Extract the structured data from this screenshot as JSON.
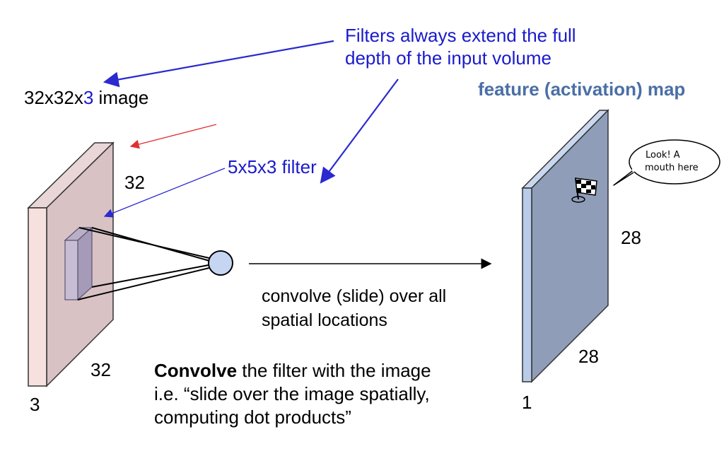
{
  "annotations": {
    "filters_note_line1": "Filters always extend the full",
    "filters_note_line2": "depth of the input volume",
    "feature_map_title": "feature (activation) map",
    "filter_label": "5x5x3 filter",
    "convolve_note_line1": "convolve (slide) over all",
    "convolve_note_line2": "spatial locations"
  },
  "input_volume": {
    "label_prefix": "32x32x",
    "label_depth": "3",
    "label_suffix": " image",
    "height_label": "32",
    "width_label": "32",
    "depth_label": "3"
  },
  "feature_map": {
    "height_label": "28",
    "width_label": "28",
    "depth_label": "1",
    "speech_line1": "Look!  A",
    "speech_line2": "mouth here"
  },
  "caption": {
    "bold": "Convolve",
    "rest_line1": " the filter with the image",
    "line2": "i.e. “slide over the image spatially,",
    "line3": "computing dot products”"
  },
  "colors": {
    "input_front": "#f7e1df",
    "input_side": "#d8c2c4",
    "map_front": "#8f9db8",
    "map_side": "#b8cbe8",
    "text_blue": "#1a1acc",
    "title_steel": "#4a6fa5",
    "arrow_red": "#e03030",
    "arrow_blue": "#2a2ad0"
  },
  "icons": [
    "checkered-flag-icon"
  ]
}
